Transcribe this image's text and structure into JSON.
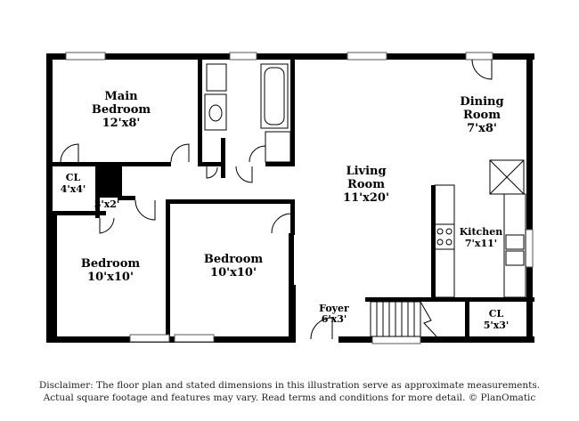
{
  "rooms": {
    "main_bedroom": {
      "name_line1": "Main",
      "name_line2": "Bedroom",
      "dims": "12'x8'"
    },
    "closet_left": {
      "name": "CL",
      "dims": "4'x4'"
    },
    "closet_small": {
      "dims": "3'x2'"
    },
    "bedroom_left": {
      "name": "Bedroom",
      "dims": "10'x10'"
    },
    "bedroom_mid": {
      "name": "Bedroom",
      "dims": "10'x10'"
    },
    "living_room": {
      "name_line1": "Living",
      "name_line2": "Room",
      "dims": "11'x20'"
    },
    "dining_room": {
      "name_line1": "Dining",
      "name_line2": "Room",
      "dims": "7'x8'"
    },
    "kitchen": {
      "name": "Kitchen",
      "dims": "7'x11'"
    },
    "foyer": {
      "name": "Foyer",
      "dims": "6'x3'"
    },
    "closet_right": {
      "name": "CL",
      "dims": "5'x3'"
    }
  },
  "disclaimer": {
    "line1": "Disclaimer: The floor plan and stated dimensions in this illustration serve as approximate measurements.",
    "line2": "Actual square footage and features may vary. Read terms and conditions for more detail. © PlanOmatic"
  }
}
